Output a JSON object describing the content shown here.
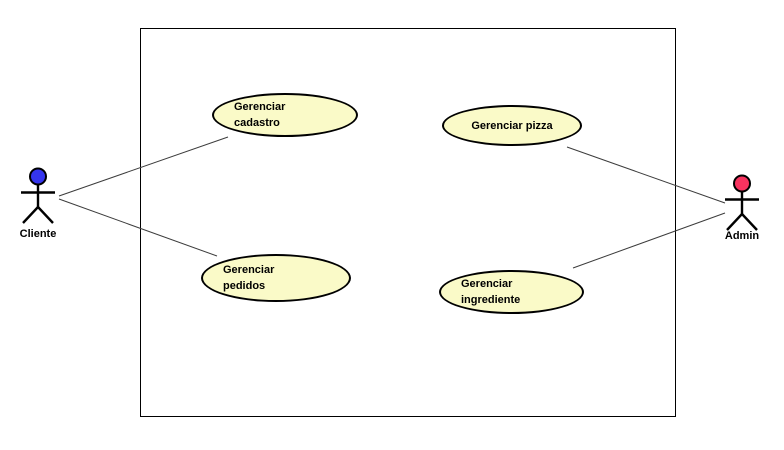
{
  "diagram": {
    "kind": "uml-use-case-diagram",
    "background_color": "#ffffff",
    "boundary_stroke_color": "#000000",
    "usecase_fill_color": "#fafac8",
    "usecase_stroke_color": "#000000",
    "association_color": "#3c3c3c",
    "text_color": "#000000"
  },
  "actors": [
    {
      "name": "Cliente",
      "head_color": "#3535ee"
    },
    {
      "name": "Admin",
      "head_color": "#f7335f"
    }
  ],
  "use_cases": [
    {
      "id": "gerenciar-cadastro",
      "name": "Gerenciar cadastro",
      "lines": [
        "Gerenciar",
        "cadastro"
      ]
    },
    {
      "id": "gerenciar-pizza",
      "name": "Gerenciar pizza",
      "lines": [
        "Gerenciar pizza"
      ]
    },
    {
      "id": "gerenciar-pedidos",
      "name": "Gerenciar pedidos",
      "lines": [
        "Gerenciar",
        "pedidos"
      ]
    },
    {
      "id": "gerenciar-ingrediente",
      "name": "Gerenciar ingrediente",
      "lines": [
        "Gerenciar",
        "ingrediente"
      ]
    }
  ],
  "associations": [
    {
      "from": "Cliente",
      "to": "Gerenciar cadastro"
    },
    {
      "from": "Cliente",
      "to": "Gerenciar pedidos"
    },
    {
      "from": "Admin",
      "to": "Gerenciar pizza"
    },
    {
      "from": "Admin",
      "to": "Gerenciar ingrediente"
    }
  ]
}
